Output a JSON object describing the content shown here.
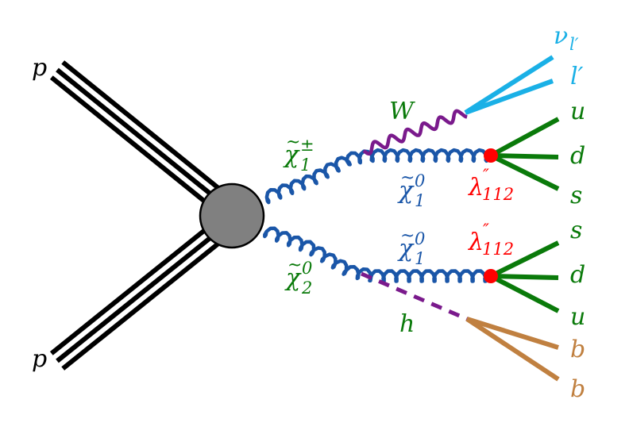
{
  "diagram": {
    "colors": {
      "proton": "#000000",
      "blob": "#808080",
      "gaugino": "#1a56a8",
      "w_boson": "#7a1a8c",
      "higgs": "#7a1a8c",
      "quark": "#0a7a0a",
      "lepton": "#1ab0e6",
      "b_quark": "#c08040",
      "rpv_vertex": "#ff0000",
      "susy_label": "#0a7a0a",
      "neutralino_label": "#1a56a8",
      "coupling_label": "#ff0000"
    },
    "labels": {
      "proton_top": "p",
      "proton_bottom": "p",
      "chargino": {
        "base": "χ",
        "accent": "~",
        "sup": "±",
        "sub": "1"
      },
      "neutralino2": {
        "base": "χ",
        "accent": "~",
        "sup": "0",
        "sub": "2"
      },
      "neutralino1_top": {
        "base": "χ",
        "accent": "~",
        "sup": "0",
        "sub": "1"
      },
      "neutralino1_bottom": {
        "base": "χ",
        "accent": "~",
        "sup": "0",
        "sub": "1"
      },
      "w": "W",
      "higgs": "h",
      "coupling_top": {
        "base": "λ",
        "sup": "″",
        "sub": "112"
      },
      "coupling_bottom": {
        "base": "λ",
        "sup": "″",
        "sub": "112"
      },
      "nu": {
        "base": "ν",
        "sub": "l′"
      },
      "lepton": "l′",
      "q_top": [
        "u",
        "d",
        "s"
      ],
      "q_bottom": [
        "s",
        "d",
        "u"
      ],
      "b_quarks": [
        "b",
        "b"
      ]
    }
  }
}
